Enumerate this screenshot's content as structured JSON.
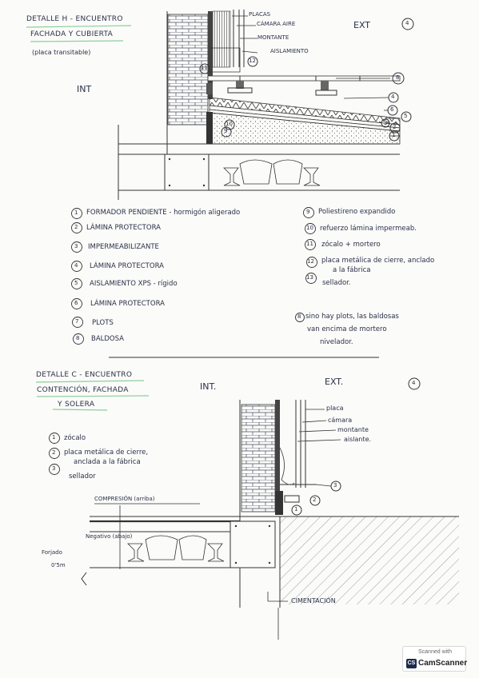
{
  "detail_h": {
    "title_line1": "DETALLE H - ENCUENTRO",
    "title_line2": "FACHADA Y CUBIERTA",
    "subtitle": "(placa transitable)",
    "int_label": "INT",
    "ext_label": "EXT",
    "circle_mark": "4",
    "callouts": {
      "placas": "PLACAS",
      "camara_aire": "CÁMARA AIRE",
      "montante": "MONTANTE",
      "aislamiento": "AISLAMIENTO",
      "n11": "11",
      "n12": "12",
      "n8": "8",
      "n4": "4",
      "n6": "6",
      "n5": "5",
      "n3": "3",
      "n2": "2",
      "n1": "1",
      "n10": "10",
      "n9": "9"
    },
    "legend_left": [
      {
        "num": "1",
        "text": "FORMADOR PENDIENTE - hormigón aligerado"
      },
      {
        "num": "2",
        "text": "LÁMINA PROTECTORA"
      },
      {
        "num": "3",
        "text": "IMPERMEABILIZANTE"
      },
      {
        "num": "4",
        "text": "LÁMINA PROTECTORA"
      },
      {
        "num": "5",
        "text": "AISLAMIENTO XPS - rígido"
      },
      {
        "num": "6",
        "text": "LÁMINA PROTECTORA"
      },
      {
        "num": "7",
        "text": "PLOTS"
      },
      {
        "num": "8",
        "text": "BALDOSA"
      }
    ],
    "legend_right": [
      {
        "num": "9",
        "text": "Poliestireno expandido"
      },
      {
        "num": "10",
        "text": "refuerzo lámina impermeab."
      },
      {
        "num": "11",
        "text": "zócalo + mortero"
      },
      {
        "num": "12",
        "text": "placa metálica de cierre, anclado",
        "text2": "a la fábrica"
      },
      {
        "num": "13",
        "text": "sellador."
      }
    ],
    "note_num": "8",
    "note_line1": "sino hay plots, las baldosas",
    "note_line2": "van encima de mortero",
    "note_line3": "nivelador."
  },
  "detail_c": {
    "title_line1": "DETALLE C - ENCUENTRO",
    "title_line2": "CONTENCIÓN, FACHADA",
    "title_line3": "Y SOLERA",
    "int_label": "INT.",
    "ext_label": "EXT.",
    "circle_mark": "4",
    "legend": [
      {
        "num": "1",
        "text": "zócalo"
      },
      {
        "num": "2",
        "text": "placa metálica de cierre,",
        "text2": "anclada a la fábrica"
      },
      {
        "num": "3",
        "text": "sellador"
      }
    ],
    "callouts": {
      "placa": "placa",
      "camara": "cámara",
      "montante": "montante",
      "aislante": "aislante.",
      "n3": "3",
      "n2": "2",
      "n1": "1",
      "compresion": "COMPRESIÓN (arriba)",
      "negativo": "Negativo (abajo)",
      "forjado_line1": "Forjado",
      "forjado_line2": "0'5m",
      "cimentacion": "CIMENTACIÓN"
    }
  },
  "watermark": {
    "top": "Scanned with",
    "logo": "CS",
    "name": "CamScanner"
  }
}
